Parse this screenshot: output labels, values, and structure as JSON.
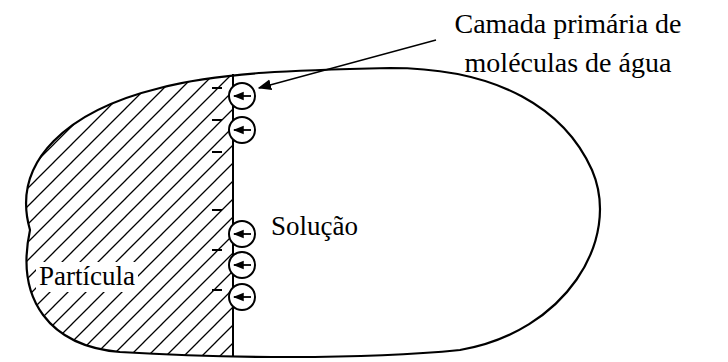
{
  "diagram": {
    "nodes": [
      {
        "text": [
          "Partícula"
        ]
      },
      {
        "text": [
          "Solução"
        ]
      }
    ],
    "labels": [
      "Camada primária de moléculas de água"
    ]
  }
}
